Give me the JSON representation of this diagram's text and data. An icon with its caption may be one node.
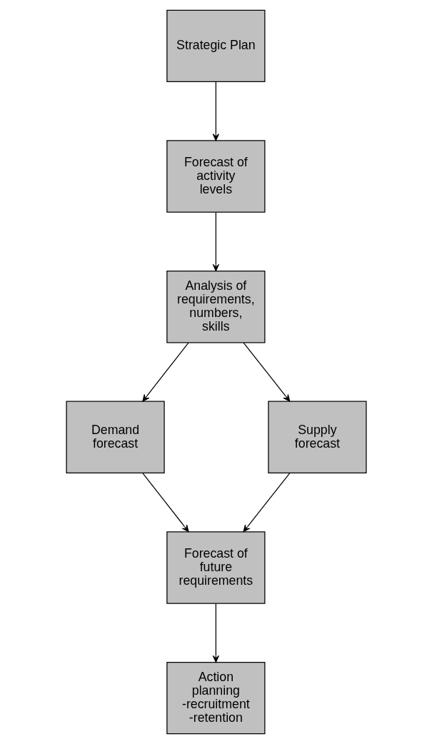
{
  "diagram": {
    "nodes": [
      {
        "text": [
          "Strategic Plan"
        ]
      },
      {
        "text": [
          "Forecast of activity levels"
        ]
      },
      {
        "text": [
          "Analysis of requirements, numbers, skills"
        ]
      },
      {
        "text": [
          "Demand forecast"
        ]
      },
      {
        "text": [
          "Supply forecast"
        ]
      },
      {
        "text": [
          "Forecast of future requirements"
        ]
      },
      {
        "text": [
          "Action planning",
          "-recruitment",
          "-retention"
        ]
      }
    ],
    "edges": [
      {
        "from": 0,
        "to": 1,
        "arrow": "to"
      },
      {
        "from": 1,
        "to": 2,
        "arrow": "to"
      },
      {
        "from": 2,
        "to": 3,
        "arrow": "to"
      },
      {
        "from": 2,
        "to": 4,
        "arrow": "to"
      },
      {
        "from": 3,
        "to": 5,
        "arrow": "to"
      },
      {
        "from": 4,
        "to": 5,
        "arrow": "to"
      },
      {
        "from": 5,
        "to": 6,
        "arrow": "to"
      }
    ]
  }
}
